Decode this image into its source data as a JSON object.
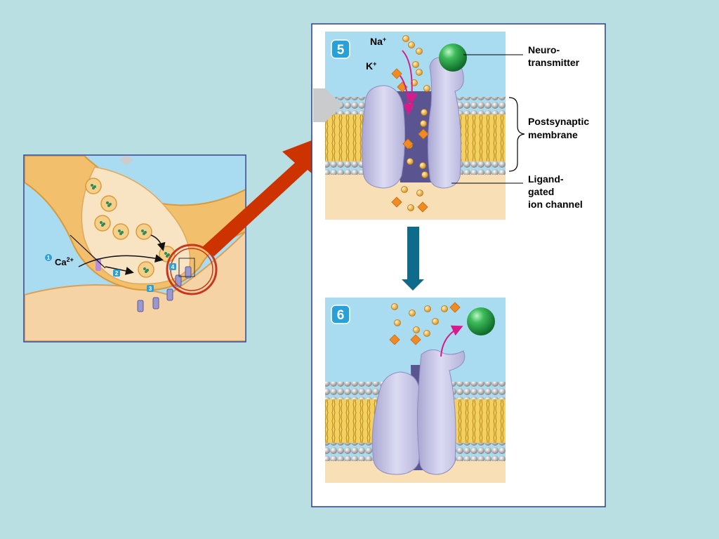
{
  "overview": {
    "ion_label": "Ca",
    "ion_charge": "2+",
    "steps": [
      "1",
      "2",
      "3",
      "4"
    ]
  },
  "panel5": {
    "step": "5",
    "na_label": "Na",
    "k_label": "K",
    "ion_charge": "+",
    "neurotransmitter_lines": [
      "Neuro-",
      "transmitter"
    ],
    "membrane_lines": [
      "Postsynaptic",
      "membrane"
    ],
    "channel_lines": [
      "Ligand-",
      "gated",
      "ion channel"
    ]
  },
  "panel6": {
    "step": "6"
  },
  "colors": {
    "background": "#b9dfe2",
    "big_arrow": "#cc3300",
    "down_arrow": "#0e6b8c",
    "neurotransmitter": "#1f9a44",
    "channel": "#c7c6e6",
    "channel_pore": "#5a5490",
    "na_ion": "#f3b43a",
    "k_ion": "#f08a22",
    "flow_arrow": "#d81b8c",
    "badge": "#2aa0d8"
  }
}
